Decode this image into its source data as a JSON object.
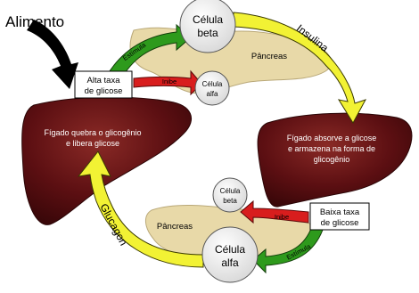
{
  "labels": {
    "alimento": "Alimento",
    "alta_taxa_line1": "Alta taxa",
    "alta_taxa_line2": "de glicose",
    "baixa_taxa_line1": "Baixa taxa",
    "baixa_taxa_line2": "de glicose",
    "celula_beta_big_line1": "Célula",
    "celula_beta_big_line2": "beta",
    "celula_alfa_small_line1": "Célula",
    "celula_alfa_small_line2": "alfa",
    "celula_beta_small_line1": "Célula",
    "celula_beta_small_line2": "beta",
    "celula_alfa_big_line1": "Célula",
    "celula_alfa_big_line2": "alfa",
    "pancreas_top": "Pâncreas",
    "pancreas_bottom": "Pâncreas",
    "insulina": "Insulina",
    "glucagon": "Glucagon",
    "estimula_top": "Estímula",
    "estimula_bottom": "Estímula",
    "inibe_top": "Inibe",
    "inibe_bottom": "Inibe",
    "figado_left_line1": "Fígado quebra o glicogênio",
    "figado_left_line2": "e libera glicose",
    "figado_right_line1": "Fígado absorve a glicose",
    "figado_right_line2": "e armazena na forma de",
    "figado_right_line3": "glicogênio"
  },
  "colors": {
    "liver": "#5c0f12",
    "liver_highlight": "#8a2a26",
    "pancreas": "#e8d9a8",
    "insulin_arrow": "#f2f234",
    "stimulate_arrow": "#2e9a1c",
    "inhibit_arrow": "#d81d1d",
    "food_arrow": "#000000",
    "cell_fill": "#e6e6e6"
  }
}
